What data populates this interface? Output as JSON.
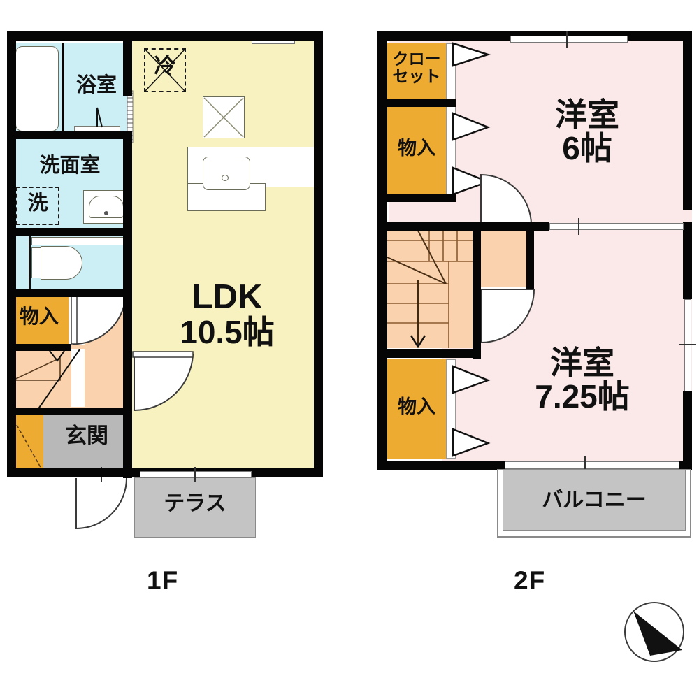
{
  "document": {
    "type": "floor-plan",
    "title": "2-story residence floor plan (1F / 2F)",
    "layout_code": "2LDK"
  },
  "colors": {
    "wall": "#050505",
    "ldk_yellow": "#f7f2c0",
    "bath_blue": "#cceef5",
    "storage_orange": "#eeab31",
    "stairs_peach": "#fad3ae",
    "hall_peach": "#fad3ae",
    "room_pink": "#fbe9ea",
    "terrace_gray": "#c4c4c4",
    "entrance_gray": "#b8b8b8",
    "fixture_white": "#ffffff"
  },
  "floor1": {
    "tag": "1F",
    "rooms": [
      {
        "key": "bath",
        "label": "浴室",
        "name": "bathroom"
      },
      {
        "key": "washroom",
        "label": "洗面室",
        "name": "washroom"
      },
      {
        "key": "ldk",
        "label": "LDK",
        "sub": "10.5帖",
        "name": "living-dining-kitchen"
      },
      {
        "key": "storage1",
        "label": "物入",
        "name": "storage-closet-1f"
      },
      {
        "key": "entrance",
        "label": "玄関",
        "name": "entrance"
      },
      {
        "key": "terrace",
        "label": "テラス",
        "name": "terrace"
      }
    ],
    "icons": [
      {
        "key": "fridge",
        "label": "冷",
        "name": "refrigerator-space"
      },
      {
        "key": "washer",
        "label": "洗",
        "name": "washing-machine-space"
      }
    ],
    "fixtures": [
      {
        "name": "bathtub"
      },
      {
        "name": "vanity-sink"
      },
      {
        "name": "toilet"
      },
      {
        "name": "kitchen-stove"
      },
      {
        "name": "kitchen-sink"
      },
      {
        "name": "shoe-cabinet"
      }
    ]
  },
  "floor2": {
    "tag": "2F",
    "rooms": [
      {
        "key": "closet",
        "label_line1": "クロー",
        "label_line2": "セット",
        "name": "closet"
      },
      {
        "key": "storage_a",
        "label": "物入",
        "name": "storage-closet-upper"
      },
      {
        "key": "storage_b",
        "label": "物入",
        "name": "storage-closet-lower"
      },
      {
        "key": "room6",
        "label": "洋室",
        "sub": "6帖",
        "name": "western-room-6"
      },
      {
        "key": "room725",
        "label": "洋室",
        "sub": "7.25帖",
        "name": "western-room-7-25"
      },
      {
        "key": "balcony",
        "label": "バルコニー",
        "name": "balcony"
      }
    ],
    "fixtures": [
      {
        "name": "staircase"
      }
    ]
  },
  "compass": {
    "name": "north-arrow",
    "direction": "north-east"
  }
}
